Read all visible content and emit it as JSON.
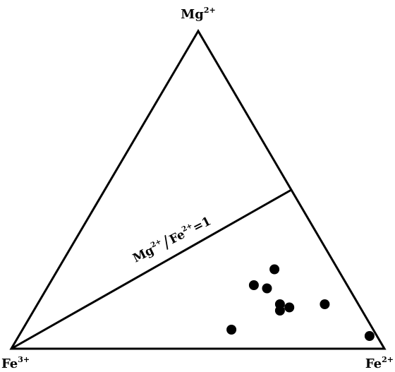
{
  "chart_data": {
    "type": "scatter",
    "subtype": "ternary",
    "vertices": {
      "top": {
        "base": "Mg",
        "sup": "2+"
      },
      "left": {
        "base": "Fe",
        "sup": "3+"
      },
      "right": {
        "base": "Fe",
        "sup": "2+"
      }
    },
    "ratio_line": {
      "label_a_base": "Mg",
      "label_a_sup": "2+",
      "slash": "/",
      "label_b_base": "Fe",
      "label_b_sup": "2+",
      "label_eq": "=1"
    },
    "components": [
      "Mg2+",
      "Fe3+",
      "Fe2+"
    ],
    "points": [
      {
        "Mg": 0.25,
        "Fe3": 0.17,
        "Fe2": 0.58
      },
      {
        "Mg": 0.19,
        "Fe3": 0.22,
        "Fe2": 0.59
      },
      {
        "Mg": 0.2,
        "Fe3": 0.25,
        "Fe2": 0.55
      },
      {
        "Mg": 0.14,
        "Fe3": 0.21,
        "Fe2": 0.65
      },
      {
        "Mg": 0.12,
        "Fe3": 0.22,
        "Fe2": 0.66
      },
      {
        "Mg": 0.13,
        "Fe3": 0.19,
        "Fe2": 0.68
      },
      {
        "Mg": 0.14,
        "Fe3": 0.09,
        "Fe2": 0.77
      },
      {
        "Mg": 0.06,
        "Fe3": 0.38,
        "Fe2": 0.56
      },
      {
        "Mg": 0.04,
        "Fe3": 0.02,
        "Fe2": 0.94
      }
    ],
    "grid": false,
    "legend": "none"
  }
}
